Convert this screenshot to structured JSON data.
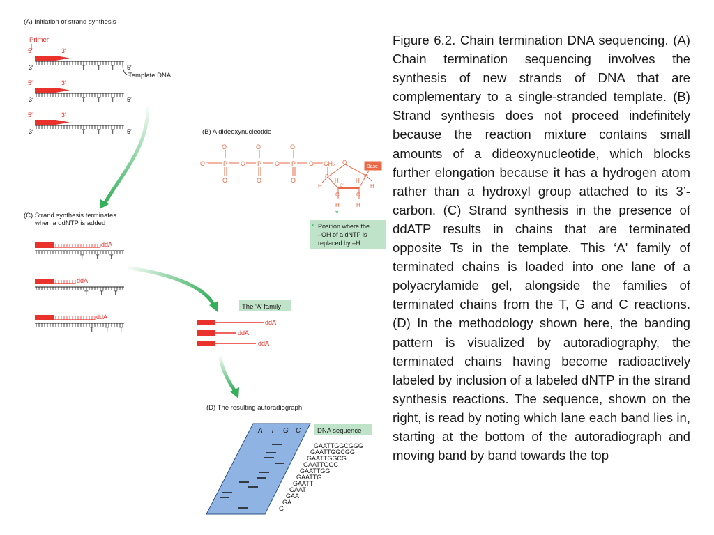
{
  "panel_a": {
    "title": "(A) Initiation of strand synthesis",
    "primer_label": "Primer",
    "five_prime": "5′",
    "three_prime": "3′",
    "t_base": "T",
    "template_label": "Template DNA"
  },
  "panel_b": {
    "title": "(B) A dideoxynucleotide",
    "o_minus": "O⁻",
    "o": "O",
    "p": "P",
    "ch2": "CH₂",
    "h": "H",
    "c": "C",
    "base": "Base",
    "c3": "3′",
    "asterisk": "*",
    "note_asterisk": "*",
    "note_line1": "Position where the",
    "note_line2": "–OH of a dNTP is",
    "note_line3": "replaced by –H"
  },
  "panel_c": {
    "title_line1": "(C) Strand synthesis terminates",
    "title_line2": "when a ddNTP is added",
    "dda": "ddA",
    "t_base": "T",
    "family_label": "The ‘A’ family"
  },
  "panel_d": {
    "title": "(D) The resulting autoradiograph",
    "lanes": [
      "A",
      "T",
      "G",
      "C"
    ],
    "dna_sequence_label": "DNA sequence",
    "sequences": [
      "GAATTGGCGGG",
      "GAATTGGCGG",
      "GAATTGGCG",
      "GAATTGGC",
      "GAATTGG",
      "GAATTG",
      "GAATT",
      "GAAT",
      "GAA",
      "GA",
      "G"
    ]
  },
  "caption": "Figure 6.2. Chain termination DNA sequencing. (A) Chain termination sequencing involves the synthesis of new strands of DNA that are complementary to a single-stranded template. (B) Strand synthesis does not proceed indefinitely because the reaction mixture contains small amounts of a dideoxynucleotide, which blocks further elongation because it has a hydrogen atom rather than a hydroxyl group attached to its 3’-carbon. (C) Strand synthesis in the presence of ddATP results in chains that are terminated opposite Ts in the template. This ‘A' family of terminated chains is loaded into one lane of a polyacrylamide gel, alongside the families of terminated chains from the T, G and C reactions. (D) In the methodology shown here, the banding pattern is visualized by autoradiography, the terminated chains having become radioactively labeled by inclusion of a labeled dNTP in the strand synthesis reactions. The sequence, shown on the right, is read by noting which lane each band lies in, starting at the bottom of the autoradiograph and moving band by band towards the top",
  "colors": {
    "red": "#e8322b",
    "chem_orange": "#ea6a48",
    "green_arrow": "#34b05a",
    "label_box": "#bfe3c8",
    "gel_blue": "#8fb4e3",
    "text": "#1a1a1a"
  }
}
